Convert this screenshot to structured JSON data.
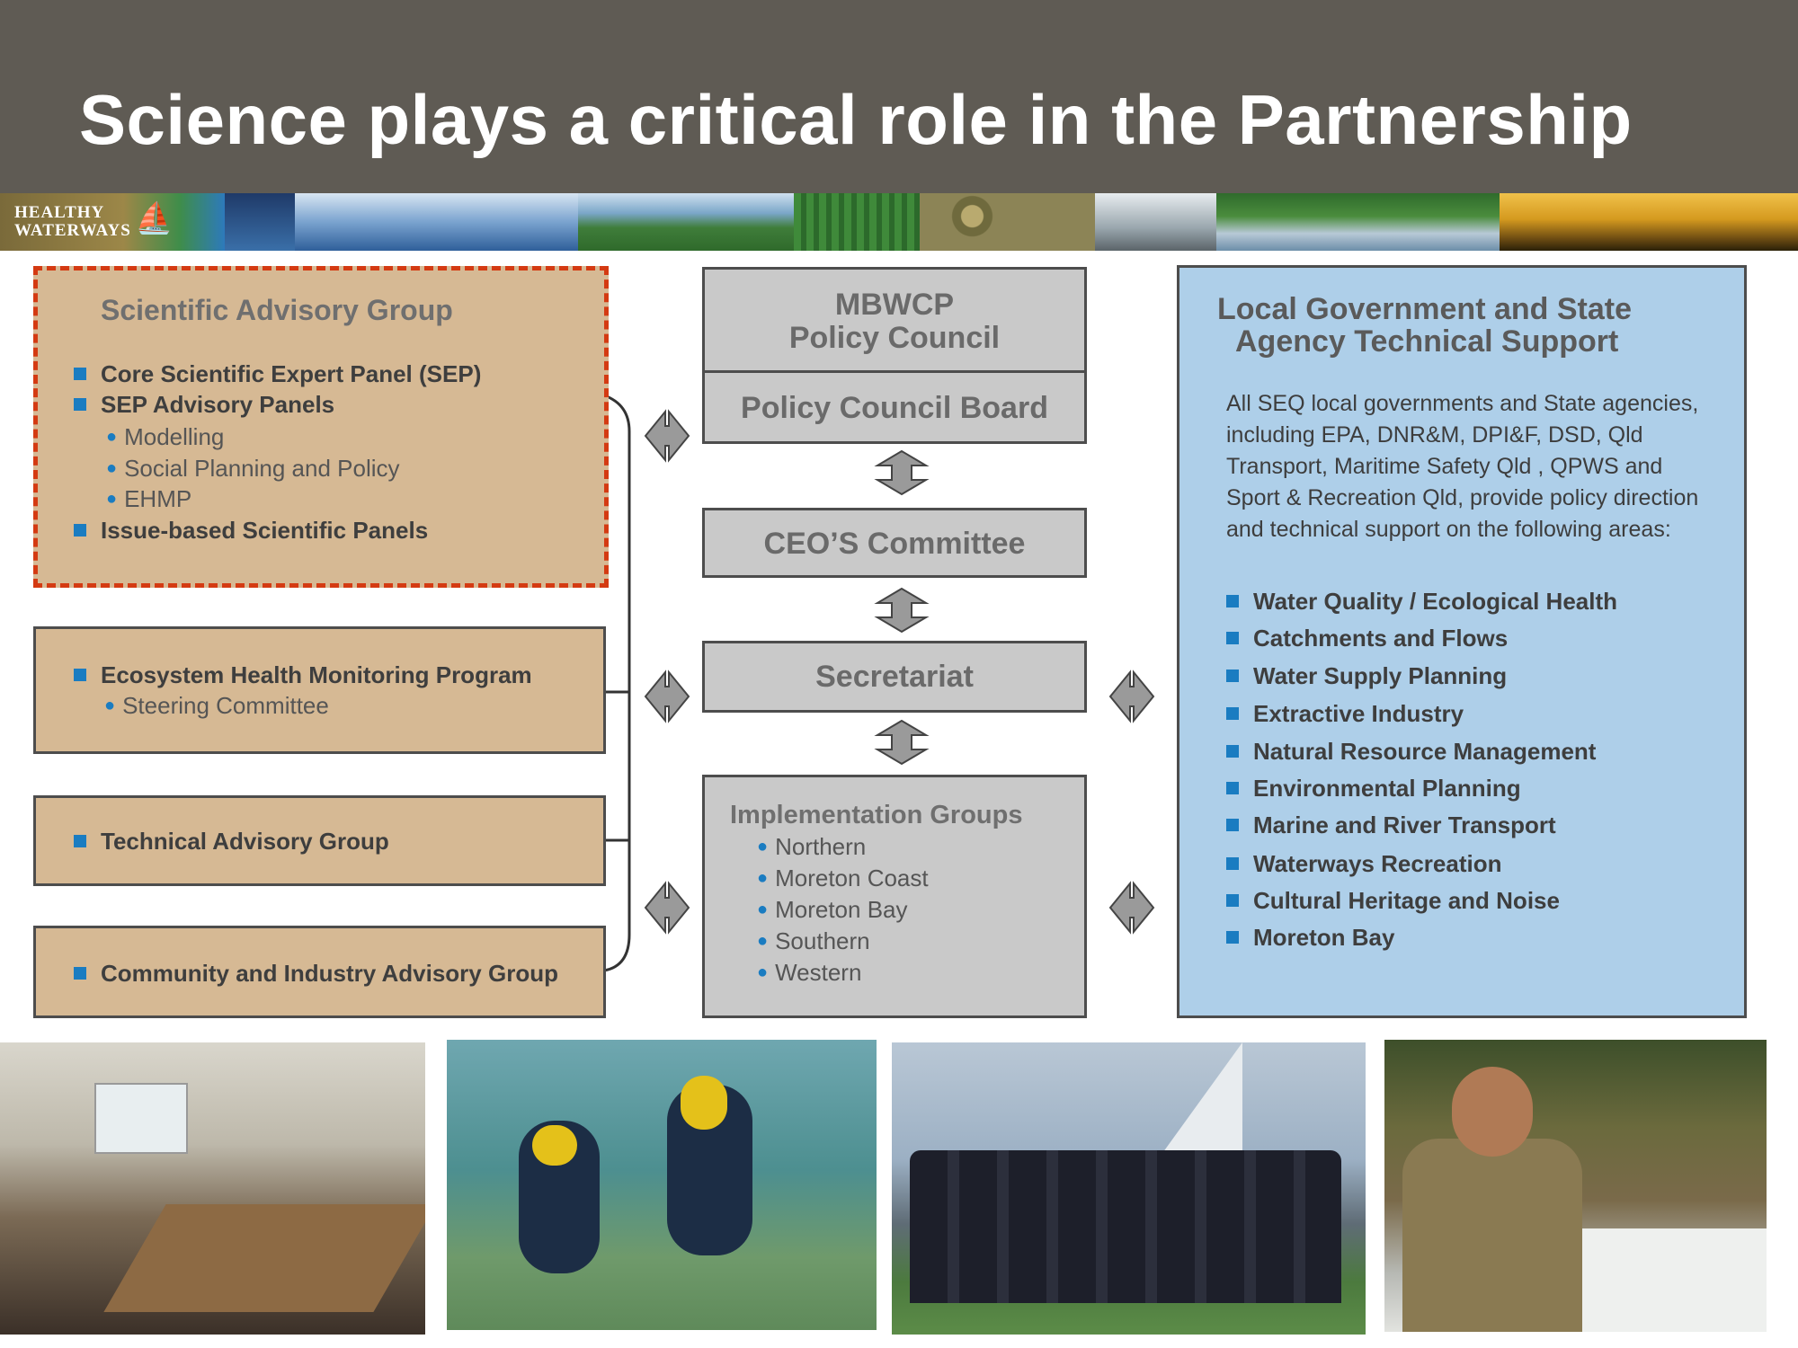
{
  "title": "Science plays a critical role in the Partnership",
  "logo": {
    "line1": "HEALTHY",
    "line2": "WATERWAYS",
    "icon": "sail-icon"
  },
  "left": {
    "sag": {
      "title": "Scientific Advisory Group",
      "items": [
        "Core Scientific Expert Panel (SEP)",
        "SEP Advisory Panels",
        "Issue-based Scientific Panels"
      ],
      "subitems": [
        "Modelling",
        "Social Planning and Policy",
        "EHMP"
      ]
    },
    "ehmp": {
      "item": "Ecosystem Health Monitoring Program",
      "sub": "Steering Committee"
    },
    "tag": {
      "item": "Technical Advisory Group"
    },
    "ciag": {
      "item": "Community and Industry Advisory Group"
    }
  },
  "center": {
    "council_line1": "MBWCP",
    "council_line2": "Policy Council",
    "board": "Policy Council Board",
    "ceo": "CEO’S Committee",
    "secretariat": "Secretariat",
    "impl_title": "Implementation Groups",
    "impl_items": [
      "Northern",
      "Moreton Coast",
      "Moreton Bay",
      "Southern",
      "Western"
    ]
  },
  "right": {
    "title_line1": "Local Government and State",
    "title_line2": "Agency Technical Support",
    "para": [
      "All SEQ local governments and State agencies,",
      "including EPA, DNR&M, DPI&F, DSD, Qld",
      "Transport, Maritime Safety Qld , QPWS and",
      "Sport & Recreation Qld, provide policy direction",
      "and technical support on the following areas:"
    ],
    "items": [
      "Water Quality / Ecological Health",
      "Catchments and Flows",
      "Water Supply Planning",
      "Extractive Industry",
      "Natural Resource Management",
      "Environmental Planning",
      "Marine and River Transport",
      "Waterways Recreation",
      "Cultural Heritage and Noise",
      "Moreton Bay"
    ]
  },
  "colors": {
    "title_bg": "#5f5b54",
    "tan": "#d6b994",
    "grey": "#c9c9c9",
    "blue": "#aecfe9",
    "accent": "#1a7cc1",
    "dashed": "#d43a12"
  }
}
